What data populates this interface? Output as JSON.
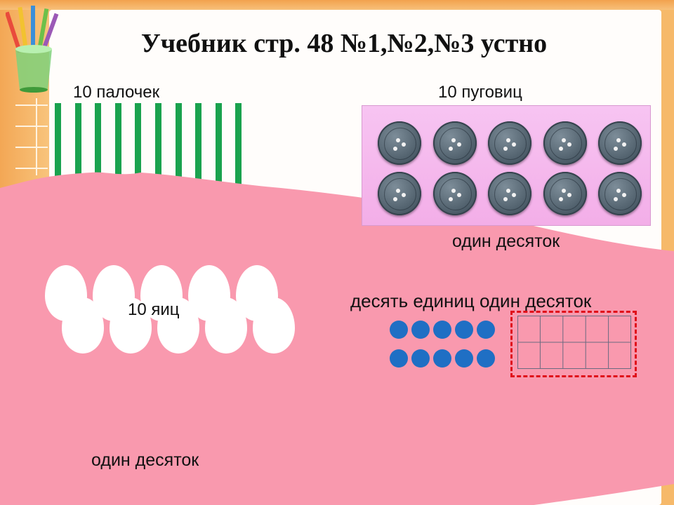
{
  "title": "Учебник стр. 48 №1,№2,№3 устно",
  "sticks": {
    "label": "10 палочек",
    "count": 10
  },
  "buttons": {
    "label": "10 пуговиц",
    "caption": "один десяток",
    "count": 10
  },
  "eggs": {
    "label": "10 яиц",
    "caption": "один десяток",
    "count": 10
  },
  "dots": {
    "label_units": "десять единиц",
    "label_ten": "один десяток",
    "count": 10
  },
  "colors": {
    "background_frame": "#f6b96a",
    "pink_wave": "#f999ae",
    "sticks": "#1aa24e",
    "dots": "#1f6fc4",
    "dashed_box": "#e0101a",
    "button_panel": "#f5b9ec"
  }
}
